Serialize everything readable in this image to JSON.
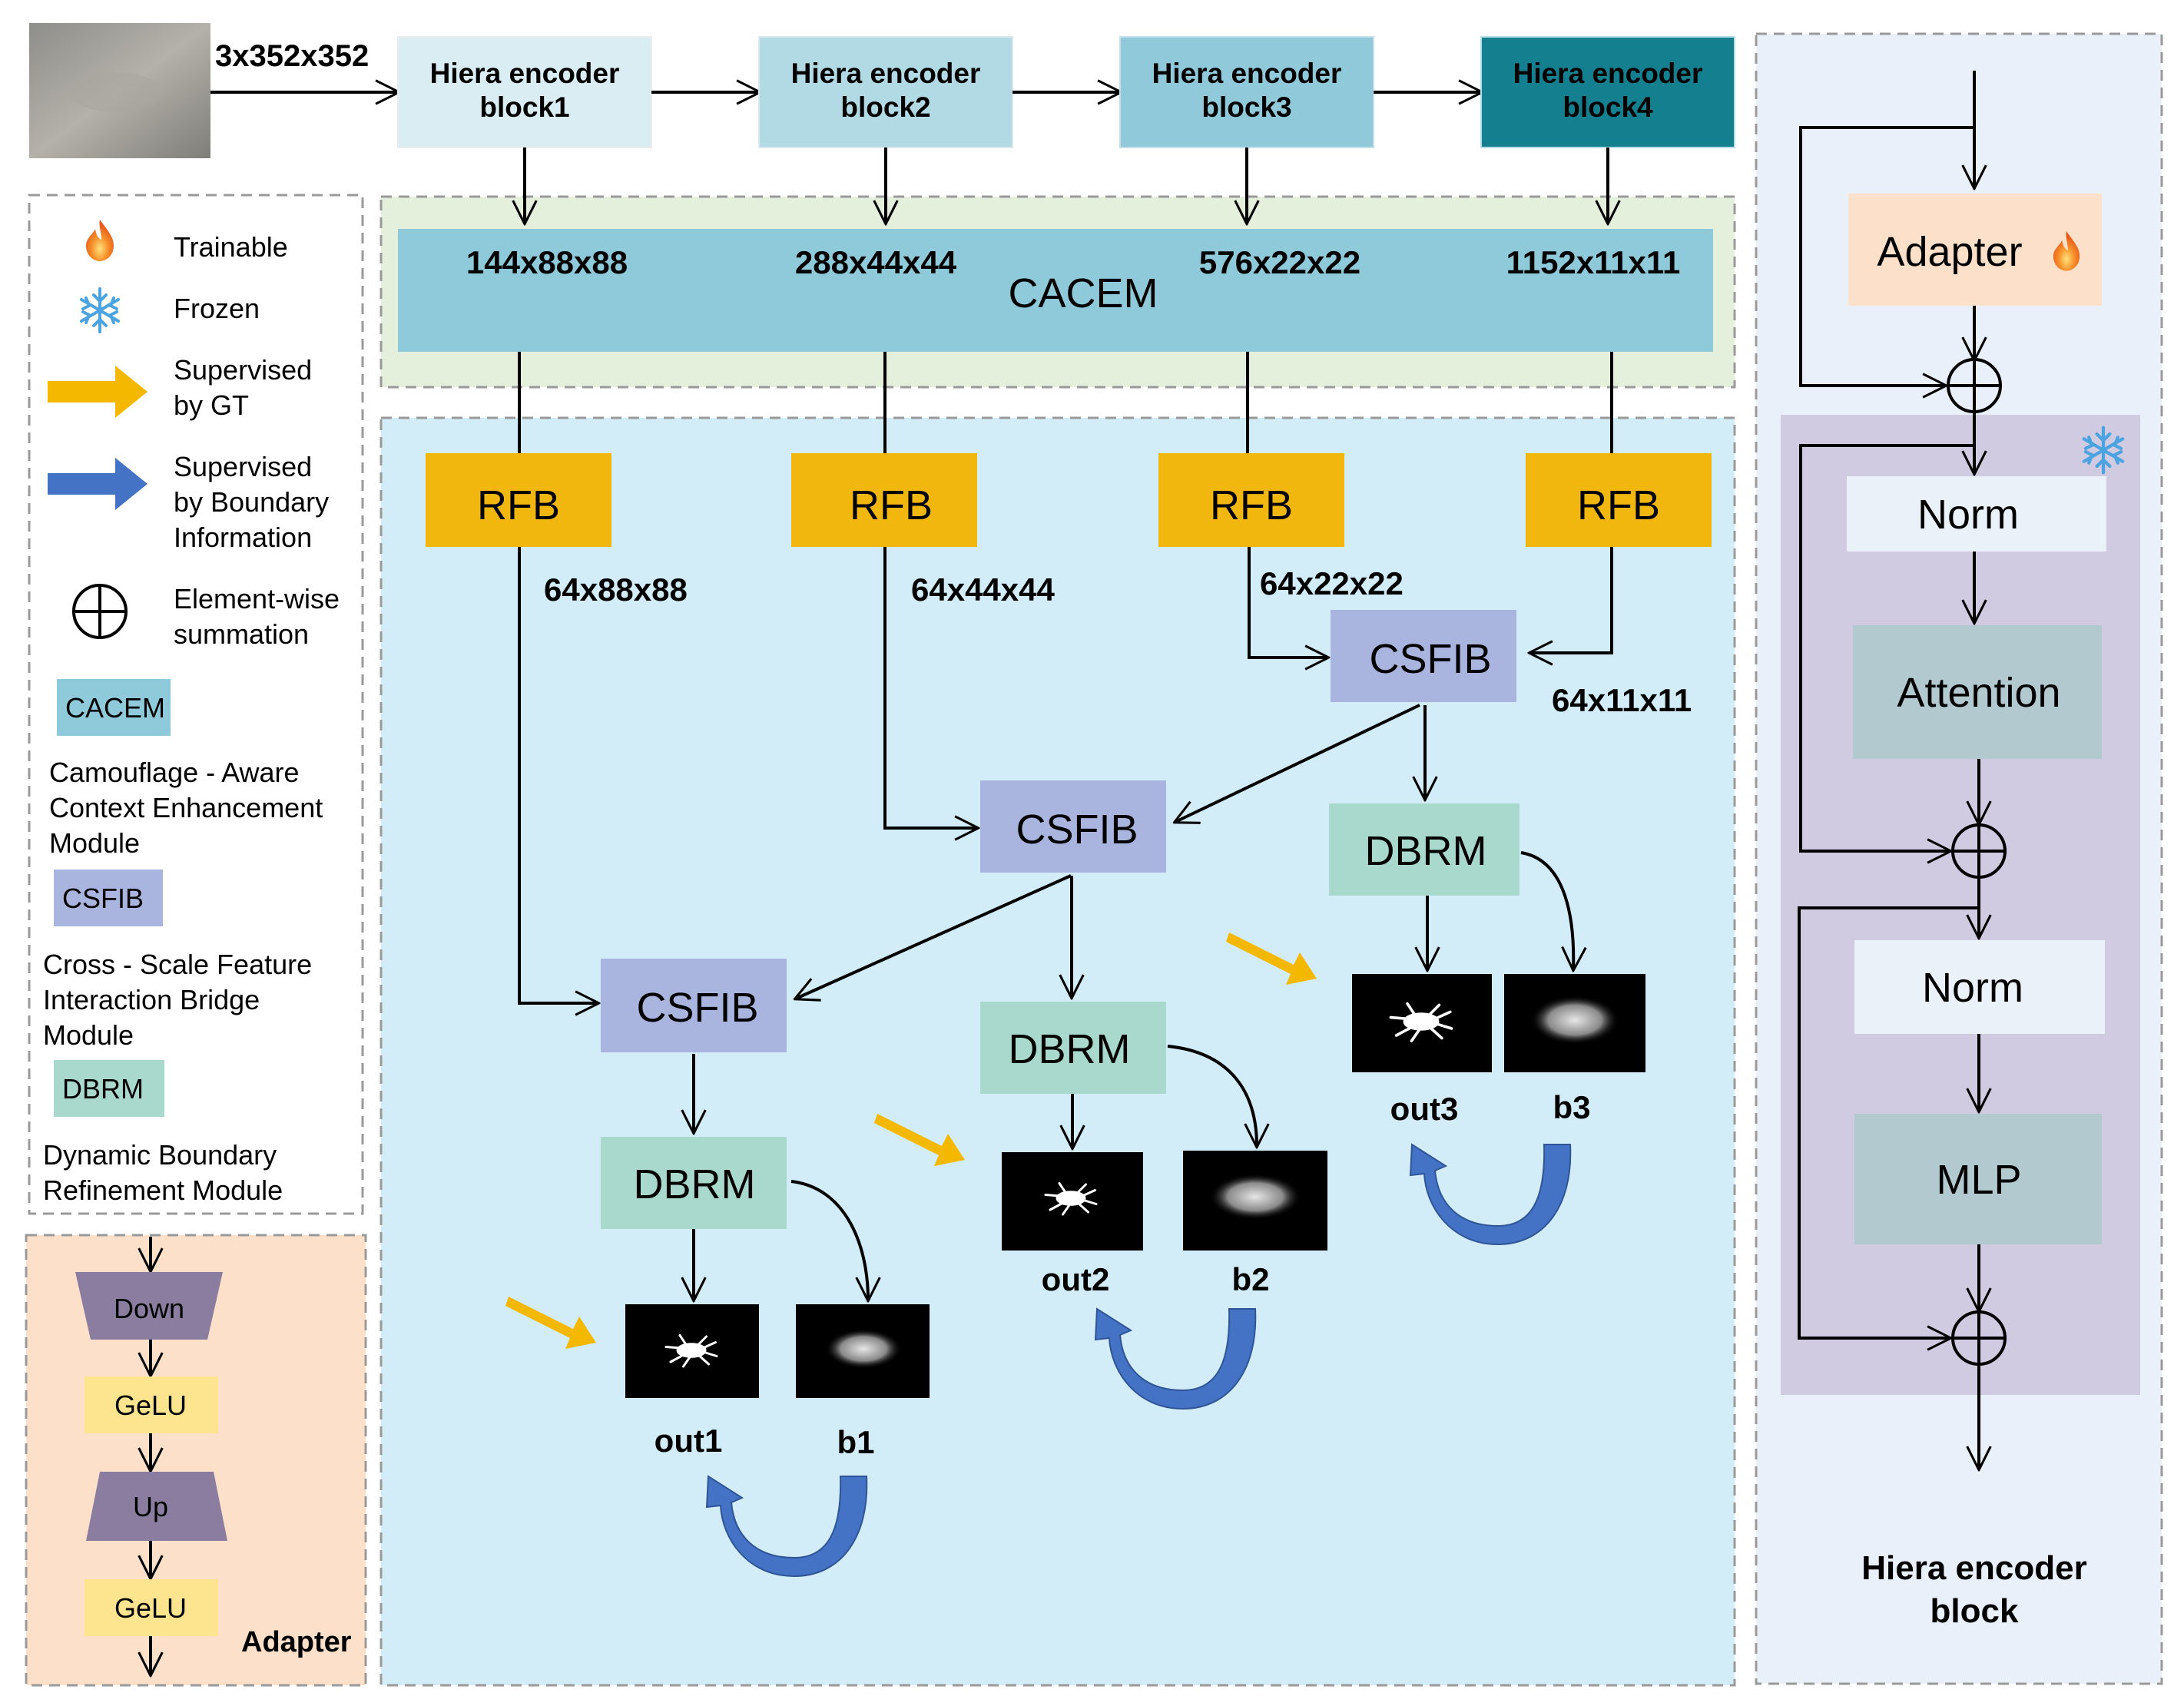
{
  "input": {
    "size_label": "3x352x352"
  },
  "encoder_blocks": [
    {
      "line1": "Hiera encoder",
      "line2": "block1"
    },
    {
      "line1": "Hiera encoder",
      "line2": "block2"
    },
    {
      "line1": "Hiera encoder",
      "line2": "block3"
    },
    {
      "line1": "Hiera encoder",
      "line2": "block4"
    }
  ],
  "cacem": {
    "label": "CACEM",
    "dims": [
      "144x88x88",
      "288x44x44",
      "576x22x22",
      "1152x11x11"
    ]
  },
  "rfb": {
    "label": "RFB",
    "dims": [
      "64x88x88",
      "64x44x44",
      "64x22x22",
      "64x11x11"
    ]
  },
  "csfib": {
    "label": "CSFIB"
  },
  "dbrm": {
    "label": "DBRM"
  },
  "outputs": {
    "out1": "out1",
    "b1": "b1",
    "out2": "out2",
    "b2": "b2",
    "out3": "out3",
    "b3": "b3"
  },
  "legend": {
    "trainable": "Trainable",
    "frozen": "Frozen",
    "supervised_gt": [
      "Supervised",
      "by GT"
    ],
    "supervised_boundary": [
      "Supervised",
      "by Boundary",
      "Information"
    ],
    "summation": [
      "Element-wise",
      "summation"
    ],
    "cacem_swatch": "CACEM",
    "cacem_desc": [
      "Camouflage - Aware",
      "Context Enhancement",
      "Module"
    ],
    "csfib_swatch": "CSFIB",
    "csfib_desc": [
      "Cross - Scale Feature",
      "Interaction Bridge",
      "Module"
    ],
    "dbrm_swatch": "DBRM",
    "dbrm_desc": [
      "Dynamic Boundary",
      "Refinement Module"
    ]
  },
  "adapter_panel": {
    "down": "Down",
    "gelu1": "GeLU",
    "up": "Up",
    "gelu2": "GeLU",
    "title": "Adapter"
  },
  "hiera_block_panel": {
    "adapter": "Adapter",
    "norm1": "Norm",
    "attention": "Attention",
    "norm2": "Norm",
    "mlp": "MLP",
    "title": [
      "Hiera encoder",
      "block"
    ]
  },
  "colors": {
    "enc1": "#daedf3",
    "enc2": "#b2dae5",
    "enc3": "#8fc9da",
    "enc4": "#137f8f",
    "cacem": "#8fcadb",
    "cacem_bg": "#e5f0dc",
    "decoder_bg": "#d2ecf8",
    "rfb": "#f2b70f",
    "csfib": "#a9b4df",
    "dbrm": "#a9d9cd",
    "adapter_bg": "#fce0c9",
    "adapter_trap": "#8b7da0",
    "gelu": "#fde58f",
    "hiera_bg": "#eaf0fa",
    "frozen_bg": "#d1cbe2",
    "norm": "#eaf1f9",
    "attn": "#b3c9d0",
    "gt_arrow": "#f5b800",
    "boundary_arrow": "#4472c4"
  }
}
